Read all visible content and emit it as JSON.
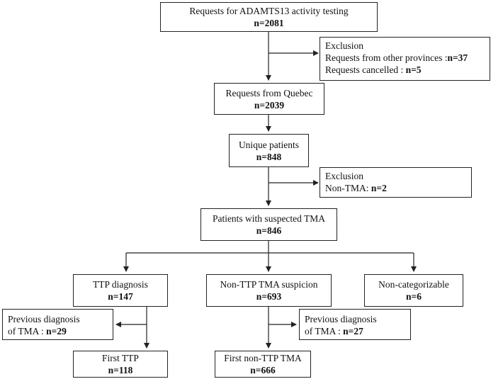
{
  "boxes": {
    "requests_all": {
      "title": "Requests for ADAMTS13 activity testing",
      "n": "n=2081"
    },
    "exclusion_1": {
      "header": "Exclusion",
      "line1_text": "Requests from other provinces :",
      "line1_n": "n=37",
      "line2_text": "Requests cancelled : ",
      "line2_n": "n=5"
    },
    "requests_quebec": {
      "title": "Requests from Quebec",
      "n": "n=2039"
    },
    "unique_patients": {
      "title": "Unique patients",
      "n": "n=848"
    },
    "exclusion_2": {
      "header": "Exclusion",
      "line1_text": "Non-TMA: ",
      "line1_n": "n=2"
    },
    "suspected_tma": {
      "title": "Patients with suspected TMA",
      "n": "n=846"
    },
    "ttp_diagnosis": {
      "title": "TTP diagnosis",
      "n": "n=147"
    },
    "non_ttp": {
      "title": "Non-TTP TMA suspicion",
      "n": "n=693"
    },
    "non_categorizable": {
      "title": "Non-categorizable",
      "n": "n=6"
    },
    "prev_diag_1": {
      "line1": "Previous diagnosis",
      "line2_text": "of TMA : ",
      "line2_n": "n=29"
    },
    "prev_diag_2": {
      "line1": "Previous diagnosis",
      "line2_text": "of TMA : ",
      "line2_n": "n=27"
    },
    "first_ttp": {
      "title": "First TTP",
      "n": "n=118"
    },
    "first_non_ttp": {
      "title": "First non-TTP TMA",
      "n": "n=666"
    }
  }
}
